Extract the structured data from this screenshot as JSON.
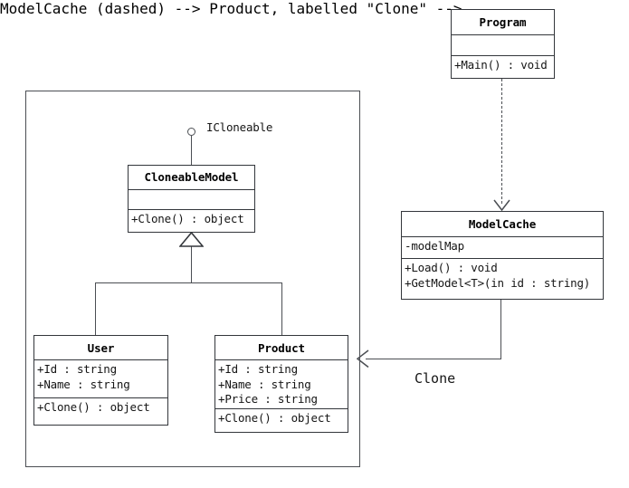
{
  "diagram": {
    "type": "uml-class-diagram",
    "background_color": "#ffffff",
    "line_color": "#4b4e53",
    "box_border_color": "#33363b",
    "text_color": "#151515"
  },
  "classes": {
    "program": {
      "name": "Program",
      "attributes": [],
      "operations": [
        "+Main() : void"
      ]
    },
    "model_cache": {
      "name": "ModelCache",
      "attributes": [
        "-modelMap"
      ],
      "operations": [
        "+Load() : void",
        "+GetModel<T>(in id : string)"
      ]
    },
    "cloneable_model": {
      "name": "CloneableModel",
      "attributes": [],
      "operations": [
        "+Clone() : object"
      ]
    },
    "user": {
      "name": "User",
      "attributes": [
        "+Id : string",
        "+Name : string"
      ],
      "operations": [
        "+Clone() : object"
      ]
    },
    "product": {
      "name": "Product",
      "attributes": [
        "+Id : string",
        "+Name : string",
        "+Price : string"
      ],
      "operations": [
        "+Clone() : object"
      ]
    }
  },
  "interfaces": {
    "icloneable": {
      "label": "ICloneable",
      "notation": "lollipop-provided-interface"
    }
  },
  "edges": {
    "program_uses_model_cache": {
      "kind": "dependency",
      "style": "dashed",
      "arrowhead": "open",
      "from": "Program",
      "to": "ModelCache",
      "label": ""
    },
    "model_cache_clones_product": {
      "kind": "association",
      "style": "solid",
      "arrowhead": "open",
      "from": "ModelCache",
      "to": "Product",
      "label": "Clone"
    },
    "user_extends_cloneable_model": {
      "kind": "generalization",
      "style": "solid",
      "arrowhead": "hollow-triangle",
      "from": "User",
      "to": "CloneableModel",
      "label": ""
    },
    "product_extends_cloneable_model": {
      "kind": "generalization",
      "style": "solid",
      "arrowhead": "hollow-triangle",
      "from": "Product",
      "to": "CloneableModel",
      "label": ""
    }
  }
}
